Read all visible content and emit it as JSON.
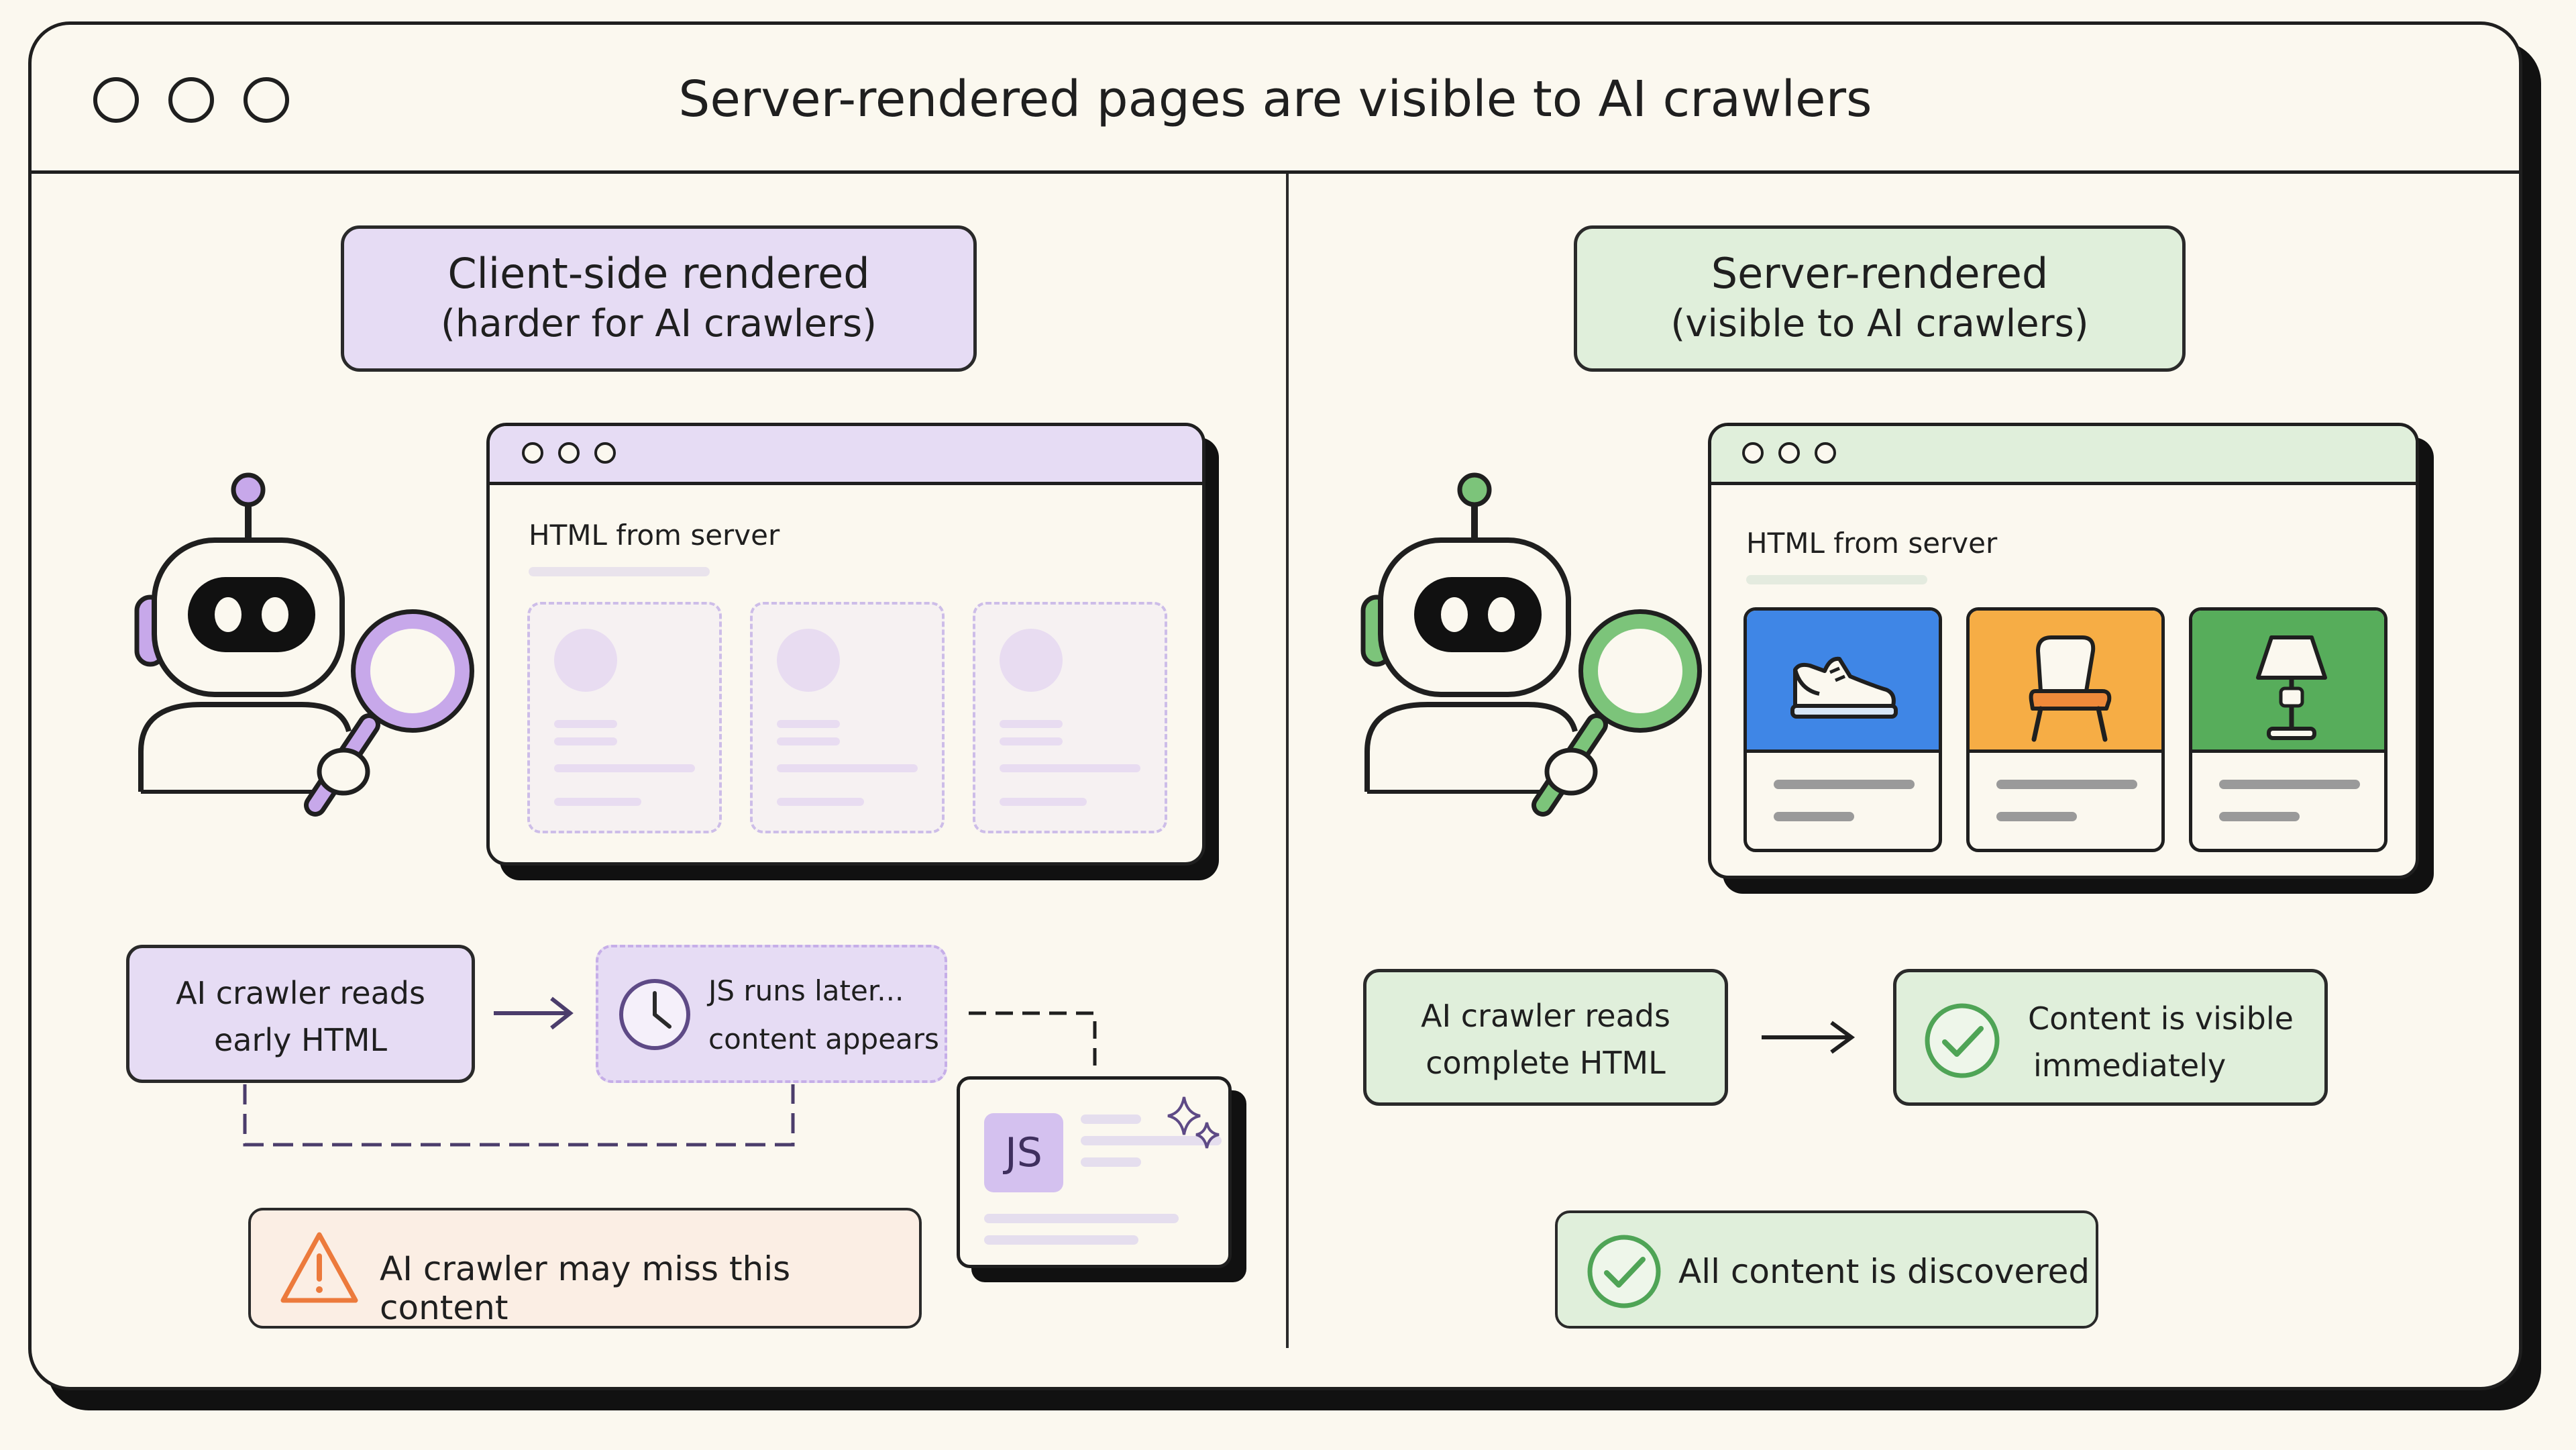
{
  "title": "Server-rendered pages are visible to AI crawlers",
  "left": {
    "label_title": "Client-side rendered",
    "label_sub": "(harder for AI crawlers)",
    "window_text": "HTML from server",
    "step1_line1": "AI crawler reads",
    "step1_line2": "early HTML",
    "step2_line1": "JS runs later...",
    "step2_line2": "content appears",
    "js_badge": "JS",
    "warning": "AI crawler may miss this content",
    "accent_color": "#e6dcf4",
    "bar_color": "#d9c4ef"
  },
  "right": {
    "label_title": "Server-rendered",
    "label_sub": "(visible to AI crawlers)",
    "window_text": "HTML from server",
    "step1_line1": "AI crawler reads",
    "step1_line2": "complete HTML",
    "step2_line1": "Content is visible",
    "step2_line2": "immediately",
    "success": "All content is discovered",
    "accent_color": "#e0efdb",
    "bar_color": "#cde9c6",
    "card_colors": [
      "#3f86e6",
      "#f6ad45",
      "#57ad5b"
    ]
  },
  "icons": [
    "robot-icon",
    "magnifier-icon",
    "clock-icon",
    "sparkle-icon",
    "warning-icon",
    "check-icon",
    "shoe-icon",
    "chair-icon",
    "lamp-icon",
    "arrow-right-icon"
  ]
}
